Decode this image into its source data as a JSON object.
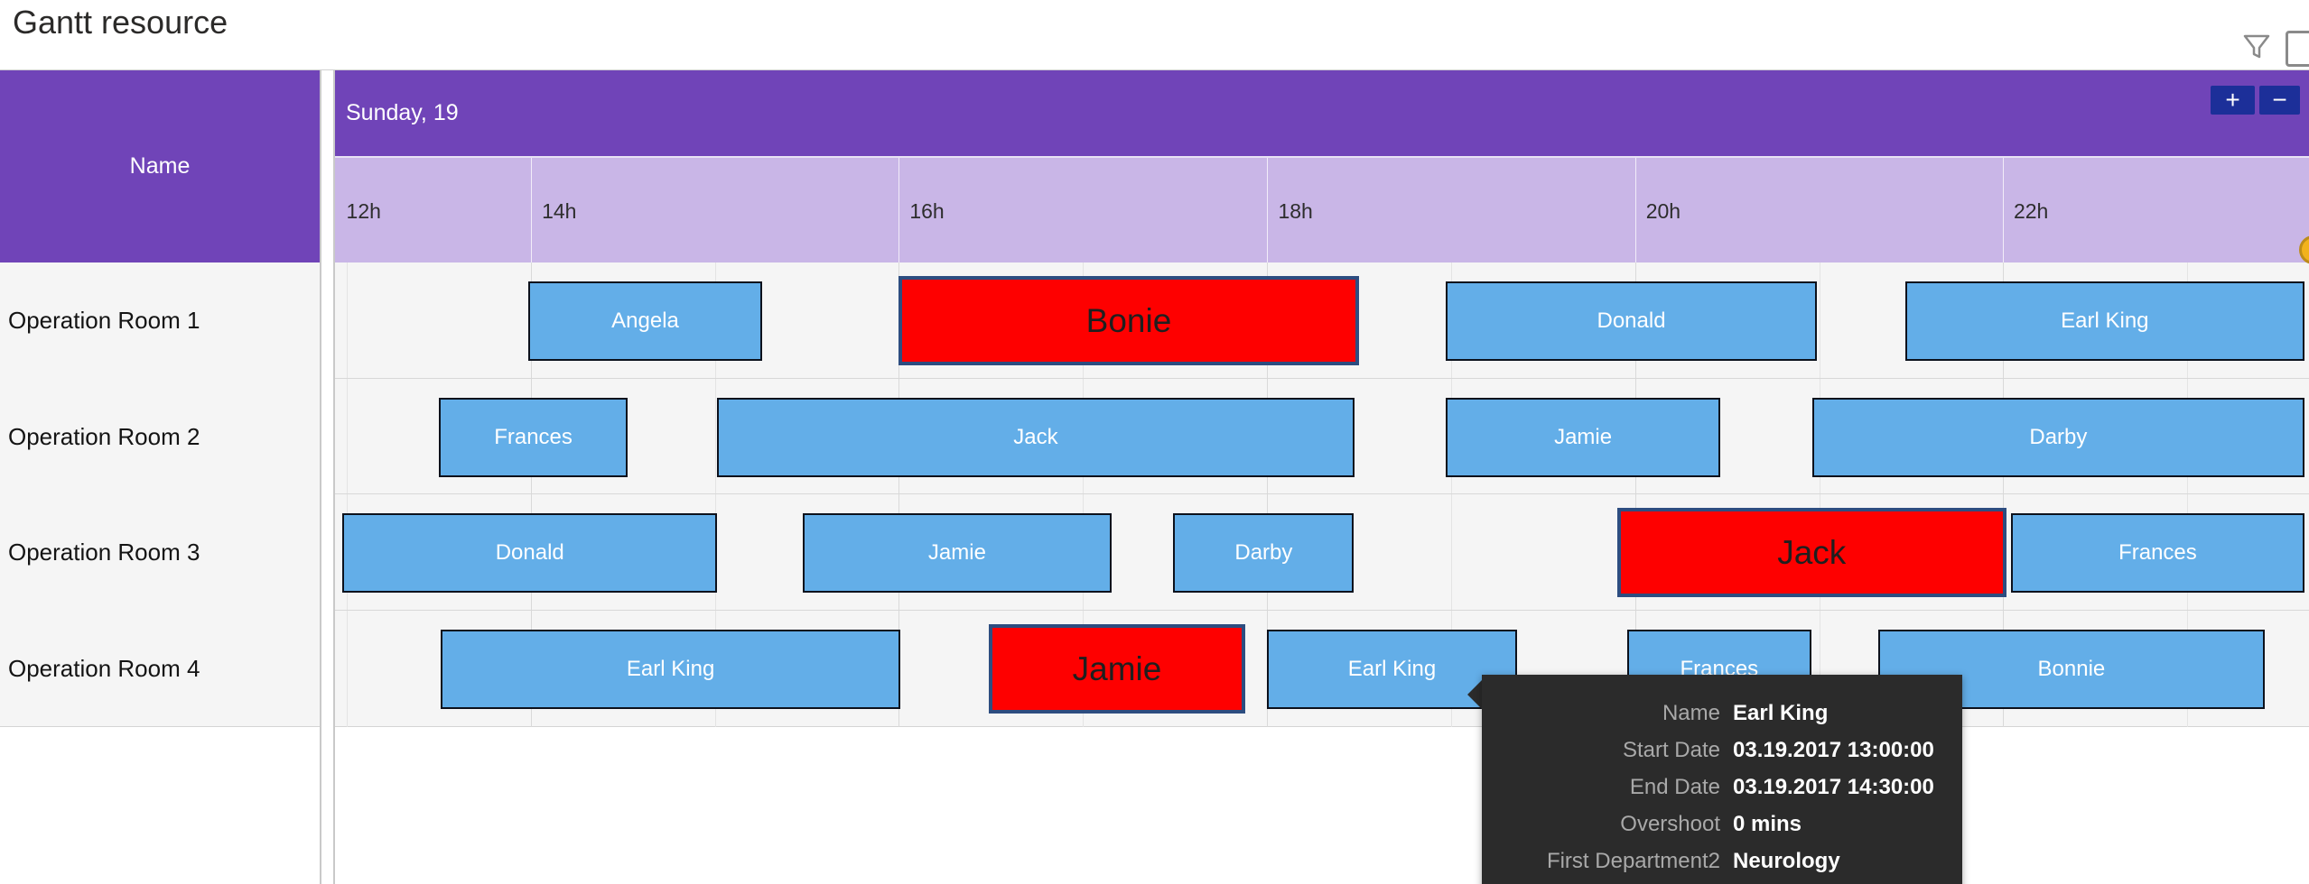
{
  "page": {
    "title": "Gantt resource"
  },
  "toolbar": {
    "icons": [
      {
        "name": "filter-icon"
      },
      {
        "name": "clipped-more-icon"
      }
    ]
  },
  "table": {
    "name_header": "Name"
  },
  "timeline": {
    "day_label": "Sunday, 19",
    "zoom_in_label": "+",
    "zoom_out_label": "−",
    "major_tick_pcts": [
      9.93,
      28.56,
      47.23,
      65.86,
      84.49
    ],
    "minor_tick_pcts": [
      0.6,
      9.93,
      19.25,
      28.56,
      37.88,
      47.23,
      56.53,
      65.86,
      75.2,
      84.49,
      93.82
    ],
    "hour_labels": [
      {
        "label": "12h",
        "pct": 0.3,
        "edge": true
      },
      {
        "label": "14h",
        "pct": 9.93
      },
      {
        "label": "16h",
        "pct": 28.56
      },
      {
        "label": "18h",
        "pct": 47.23
      },
      {
        "label": "20h",
        "pct": 65.86
      },
      {
        "label": "22h",
        "pct": 84.49
      }
    ]
  },
  "chart_data": {
    "type": "gantt",
    "title": "Gantt resource",
    "day": "Sunday, 19",
    "x_axis": {
      "unit": "hours",
      "visible_ticks": [
        "12h",
        "14h",
        "16h",
        "18h",
        "20h",
        "22h"
      ]
    },
    "legend_note": "blue = scheduled task, red = overshoot task",
    "rows": [
      {
        "name": "Operation Room 1",
        "tasks": [
          {
            "label": "Angela",
            "state": "normal",
            "left_pct": 9.79,
            "width_pct": 11.85
          },
          {
            "label": "Bonie",
            "state": "overshoot",
            "left_pct": 28.56,
            "width_pct": 23.3
          },
          {
            "label": "Donald",
            "state": "normal",
            "left_pct": 56.29,
            "width_pct": 18.76
          },
          {
            "label": "Earl King",
            "state": "normal",
            "left_pct": 79.54,
            "width_pct": 20.23
          }
        ]
      },
      {
        "name": "Operation Room 2",
        "tasks": [
          {
            "label": "Frances",
            "state": "normal",
            "left_pct": 5.26,
            "width_pct": 9.57
          },
          {
            "label": "Jack",
            "state": "normal",
            "left_pct": 19.36,
            "width_pct": 32.27
          },
          {
            "label": "Jamie",
            "state": "normal",
            "left_pct": 56.29,
            "width_pct": 13.87
          },
          {
            "label": "Darby",
            "state": "normal",
            "left_pct": 74.83,
            "width_pct": 24.94
          }
        ]
      },
      {
        "name": "Operation Room 3",
        "tasks": [
          {
            "label": "Donald",
            "state": "normal",
            "left_pct": 0.37,
            "width_pct": 19.0
          },
          {
            "label": "Jamie",
            "state": "normal",
            "left_pct": 23.71,
            "width_pct": 15.61
          },
          {
            "label": "Darby",
            "state": "normal",
            "left_pct": 42.47,
            "width_pct": 9.15
          },
          {
            "label": "Jack",
            "state": "overshoot",
            "left_pct": 64.94,
            "width_pct": 19.73
          },
          {
            "label": "Frances",
            "state": "normal",
            "left_pct": 84.9,
            "width_pct": 14.87
          }
        ]
      },
      {
        "name": "Operation Room 4",
        "tasks": [
          {
            "label": "Earl King",
            "state": "normal",
            "left_pct": 5.35,
            "width_pct": 23.3
          },
          {
            "label": "Jamie",
            "state": "overshoot",
            "left_pct": 33.14,
            "width_pct": 12.95
          },
          {
            "label": "Earl King",
            "state": "normal",
            "left_pct": 47.23,
            "width_pct": 12.63
          },
          {
            "label": "Frances",
            "state": "normal",
            "left_pct": 65.45,
            "width_pct": 9.34
          },
          {
            "label": "Bonnie",
            "state": "normal",
            "left_pct": 78.17,
            "width_pct": 19.59
          }
        ]
      }
    ]
  },
  "tooltip": {
    "rows": [
      {
        "label": "Name",
        "value": "Earl King"
      },
      {
        "label": "Start Date",
        "value": "03.19.2017 13:00:00"
      },
      {
        "label": "End Date",
        "value": "03.19.2017 14:30:00"
      },
      {
        "label": "Overshoot",
        "value": "0 mins"
      },
      {
        "label": "First Department2",
        "value": "Neurology"
      }
    ]
  },
  "colors": {
    "header_purple": "#7044b8",
    "hour_band_purple": "#c9b6e7",
    "task_blue": "#63aee8",
    "task_overshoot_red": "#fe0000",
    "overshoot_border": "#2d4d80",
    "zoom_button_blue": "#1c2f99",
    "tooltip_bg": "#2b2b2b",
    "badge_yellow": "#f2b21d",
    "row_bg": "#f5f5f5"
  }
}
